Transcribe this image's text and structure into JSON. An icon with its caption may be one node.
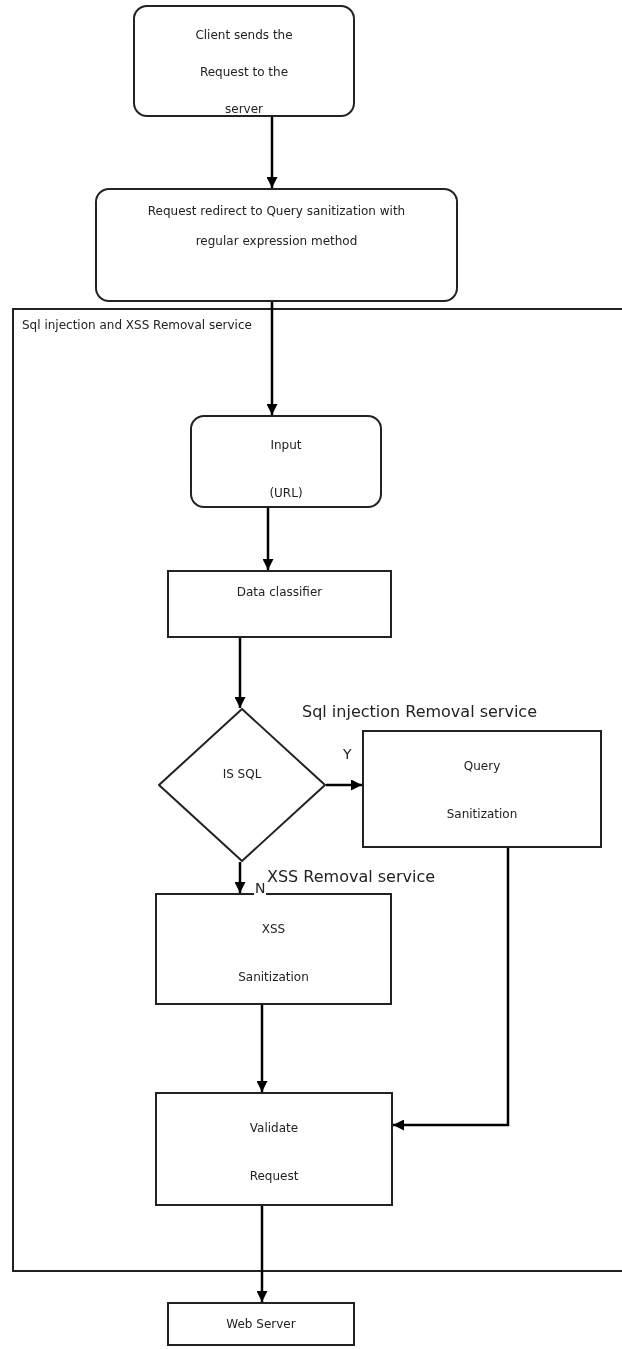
{
  "diagram": {
    "nodes": [
      {
        "text": [
          "Client sends the Request to the server"
        ]
      },
      {
        "text": [
          "Request redirect to Query sanitization with regular expression method"
        ]
      },
      {
        "text": [
          "Sql injection and XSS Removal service"
        ]
      },
      {
        "text": [
          "Input (URL)"
        ],
        "in": 2
      },
      {
        "text": [
          "Data classifier"
        ],
        "in": 2
      },
      {
        "text": [
          "IS SQL"
        ],
        "in": 2
      },
      {
        "text": [
          "Sql injection Removal service",
          "Query Sanitization"
        ],
        "in": 2
      },
      {
        "text": [
          "XSS Removal service",
          "XSS Sanitization"
        ],
        "in": 2
      },
      {
        "text": [
          "Validate Request"
        ],
        "in": 2
      },
      {
        "text": [
          "Web Server"
        ]
      }
    ],
    "edges": [
      {
        "from": 0,
        "to": 1,
        "arrow": "to"
      },
      {
        "from": 1,
        "to": 3,
        "arrow": "to"
      },
      {
        "from": 3,
        "to": 4,
        "arrow": "to"
      },
      {
        "from": 4,
        "to": 5,
        "arrow": "to"
      },
      {
        "from": 5,
        "to": 6,
        "arrow": "to",
        "label": "Y"
      },
      {
        "from": 5,
        "to": 7,
        "arrow": "to",
        "label": "N"
      },
      {
        "from": 7,
        "to": 8,
        "arrow": "to"
      },
      {
        "from": 6,
        "to": 8,
        "arrow": "to"
      },
      {
        "from": 8,
        "to": 9,
        "arrow": "to"
      }
    ]
  }
}
